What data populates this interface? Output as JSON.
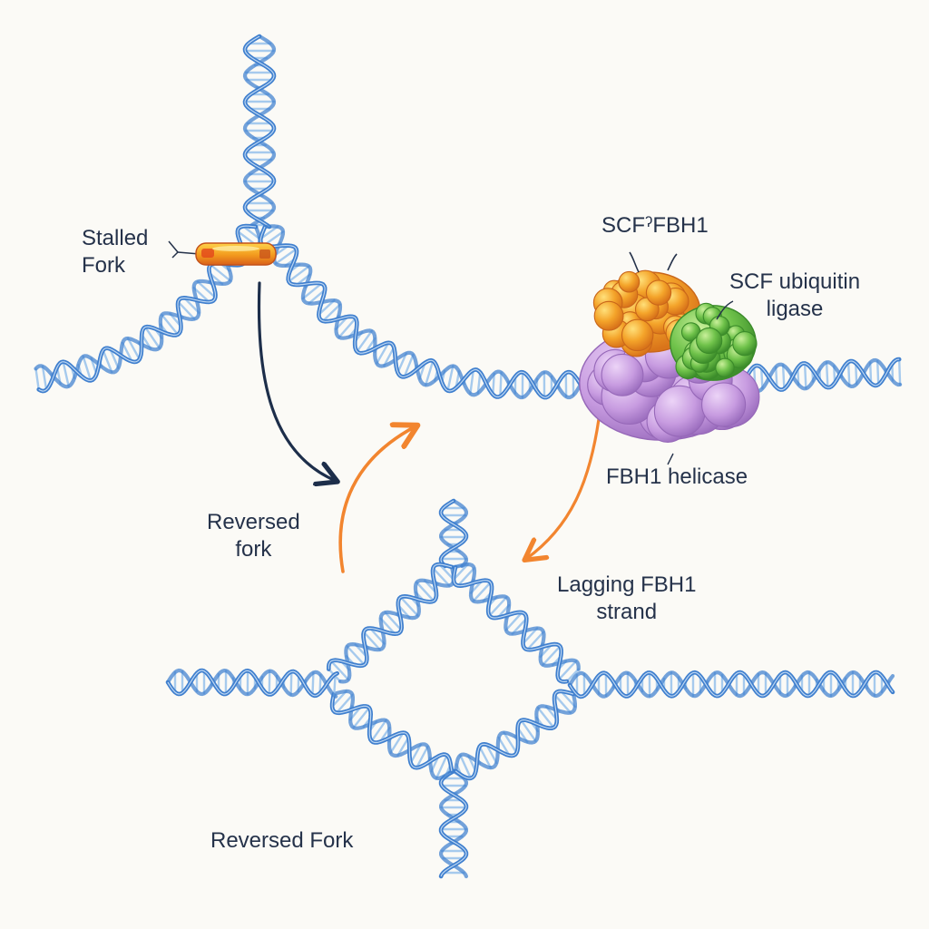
{
  "labels": {
    "stalled_fork": [
      "Stalled",
      "Fork"
    ],
    "complex_title": "SCFˀFBH1",
    "ubiquitin_ligase": [
      "SCF ubiquitin",
      "ligase"
    ],
    "helicase": "FBH1 helicase",
    "reversed_fork_mid": [
      "Reversed",
      "fork"
    ],
    "lagging_strand": [
      "Lagging FBH1",
      "strand"
    ],
    "reversed_fork_bottom": "Reversed Fork"
  },
  "colors": {
    "background": "#fbfaf6",
    "dna_strand": "#3f7fce",
    "dna_rung": "#9cc4ec",
    "orange_subunit": "#f4a42a",
    "green_subunit": "#6fc24a",
    "purple_subunit": "#c79be0",
    "lesion": "#f29a1d",
    "arrow_dark": "#1d2e4a",
    "arrow_orange": "#f2852f",
    "text": "#25324a"
  }
}
